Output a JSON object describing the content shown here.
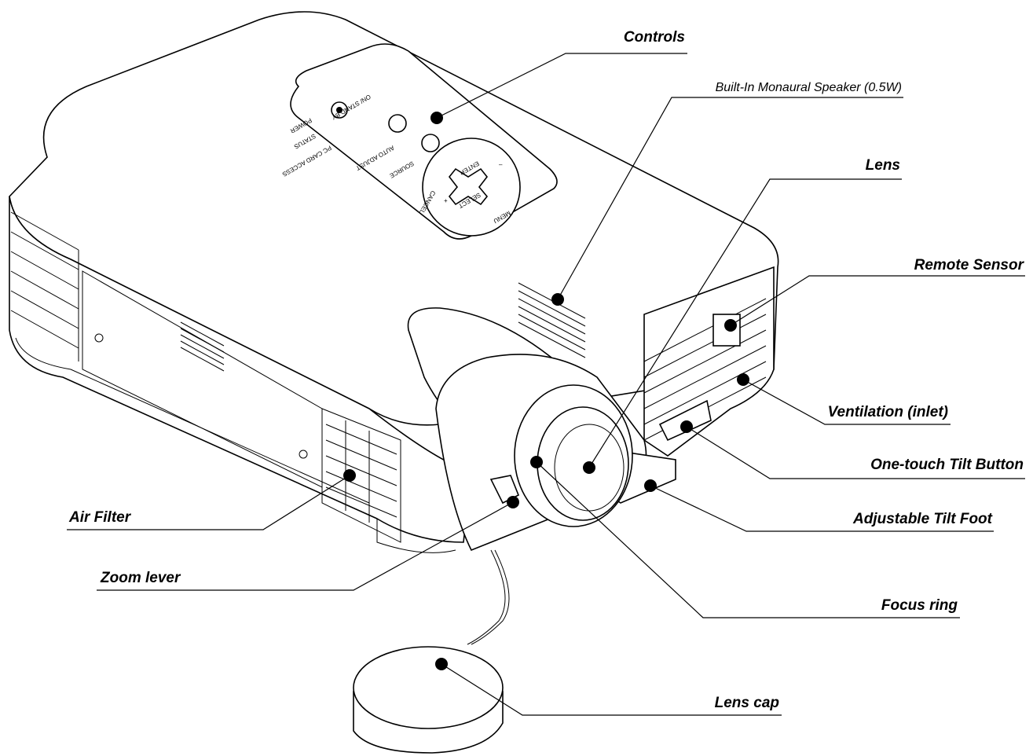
{
  "labels": {
    "controls": "Controls",
    "speaker": "Built-In Monaural Speaker (0.5W)",
    "lens": "Lens",
    "remote_sensor": "Remote Sensor",
    "ventilation": "Ventilation (inlet)",
    "tilt_button": "One-touch Tilt Button",
    "tilt_foot": "Adjustable Tilt Foot",
    "air_filter": "Air Filter",
    "zoom_lever": "Zoom lever",
    "focus_ring": "Focus ring",
    "lens_cap": "Lens cap"
  },
  "panel": {
    "on_standby": "ON/ STAND BY",
    "power": "POWER",
    "status": "STATUS",
    "pc_card_access": "PC CARD ACCESS",
    "auto_adjust": "AUTO ADJUST",
    "source": "SOURCE",
    "enter": "ENTER",
    "select": "SELECT",
    "cancel": "CANCEL",
    "menu": "MENU",
    "plus": "+",
    "minus": "–"
  }
}
